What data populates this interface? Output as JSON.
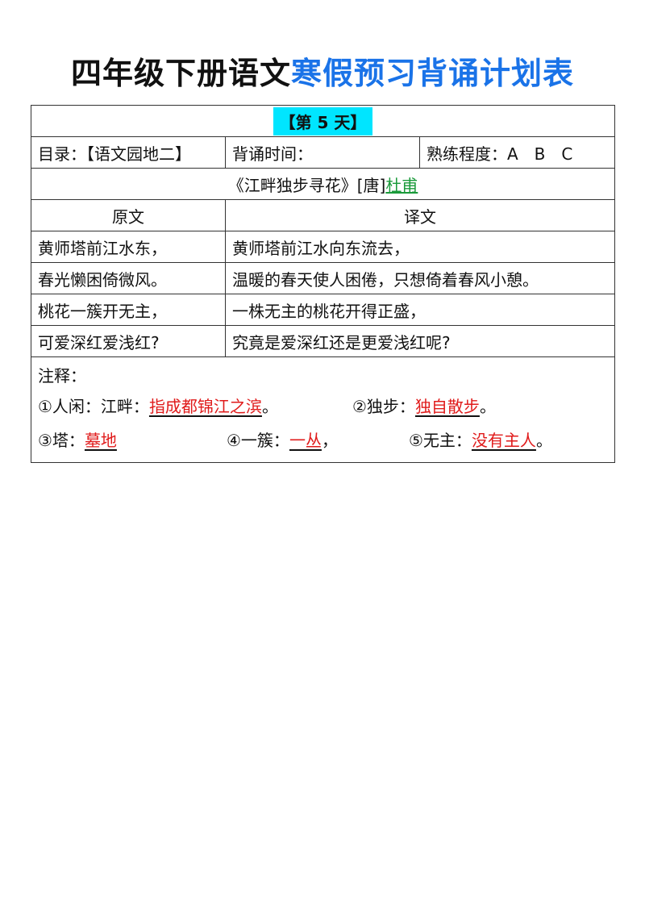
{
  "title": {
    "part1": "四年级下册语文",
    "part2": "寒假预习背诵计划表"
  },
  "day": "【第 5 天】",
  "info": {
    "catalog": "目录：【语文园地二】",
    "recite_time": "背诵时间：",
    "proficiency": "熟练程度：A　B　C"
  },
  "poem": {
    "title": "《江畔独步寻花》[唐]",
    "author": "杜甫"
  },
  "headers": {
    "original": "原文",
    "translation": "译文"
  },
  "rows": [
    {
      "original": "黄师塔前江水东，",
      "translation": "黄师塔前江水向东流去，"
    },
    {
      "original": "春光懒困倚微风。",
      "translation": "温暖的春天使人困倦，只想倚着春风小憩。"
    },
    {
      "original": "桃花一簇开无主，",
      "translation": "一株无主的桃花开得正盛，"
    },
    {
      "original": "可爱深红爱浅红?",
      "translation": "究竟是爱深红还是更爱浅红呢?"
    }
  ],
  "notes": {
    "heading": "注释：",
    "n1_label": "①人闲：江畔：",
    "n1_answer": "指成都锦江之滨",
    "n1_end": "。",
    "n2_label": "②独步：",
    "n2_answer": "独自散步",
    "n2_end": "。",
    "n3_label": "③塔：",
    "n3_answer": "墓地",
    "n4_label": "④一簇：",
    "n4_answer": "一丛",
    "n4_end": "，",
    "n5_label": "⑤无主：",
    "n5_answer": "没有主人",
    "n5_end": "。"
  },
  "colors": {
    "title_blue": "#1a73e8",
    "badge_cyan": "#00e5ff",
    "author_green": "#1a9a3a",
    "answer_red": "#e01b1b"
  }
}
